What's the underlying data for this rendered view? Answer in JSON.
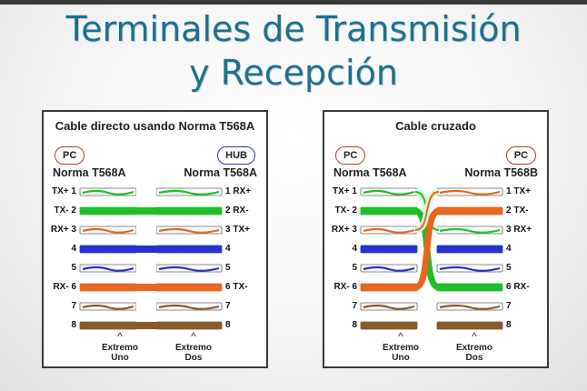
{
  "title": {
    "line1": "Terminales de Transmisión",
    "line2": "y Recepción"
  },
  "colors": {
    "title": "#1f6f8b",
    "green": "#1fbf2a",
    "blue": "#2533c9",
    "orange": "#e8661f",
    "brown": "#8a5a2b"
  },
  "panels": [
    {
      "name": "directo",
      "title": "Cable directo usando Norma T568A",
      "left_device": "PC",
      "right_device": "HUB",
      "left_norm": "Norma T568A",
      "right_norm": "Norma T568A",
      "left_pins": [
        "TX+ 1",
        "TX- 2",
        "RX+ 3",
        "4",
        "5",
        "RX- 6",
        "7",
        "8"
      ],
      "right_pins": [
        "1 RX+",
        "2 RX-",
        "3 TX+",
        "4",
        "5",
        "6 TX-",
        "7",
        "8"
      ],
      "ends": {
        "left": "Extremo Uno",
        "right": "Extremo Dos"
      }
    },
    {
      "name": "cruzado",
      "title": "Cable cruzado",
      "left_device": "PC",
      "right_device": "PC",
      "left_norm": "Norma T568A",
      "right_norm": "Norma T568B",
      "left_pins": [
        "TX+ 1",
        "TX- 2",
        "RX+ 3",
        "4",
        "5",
        "RX- 6",
        "7",
        "8"
      ],
      "right_pins": [
        "1 TX+",
        "2 TX-",
        "3 RX+",
        "4",
        "5",
        "6 RX-",
        "7",
        "8"
      ],
      "ends": {
        "left": "Extremo Uno",
        "right": "Extremo Dos"
      }
    }
  ]
}
